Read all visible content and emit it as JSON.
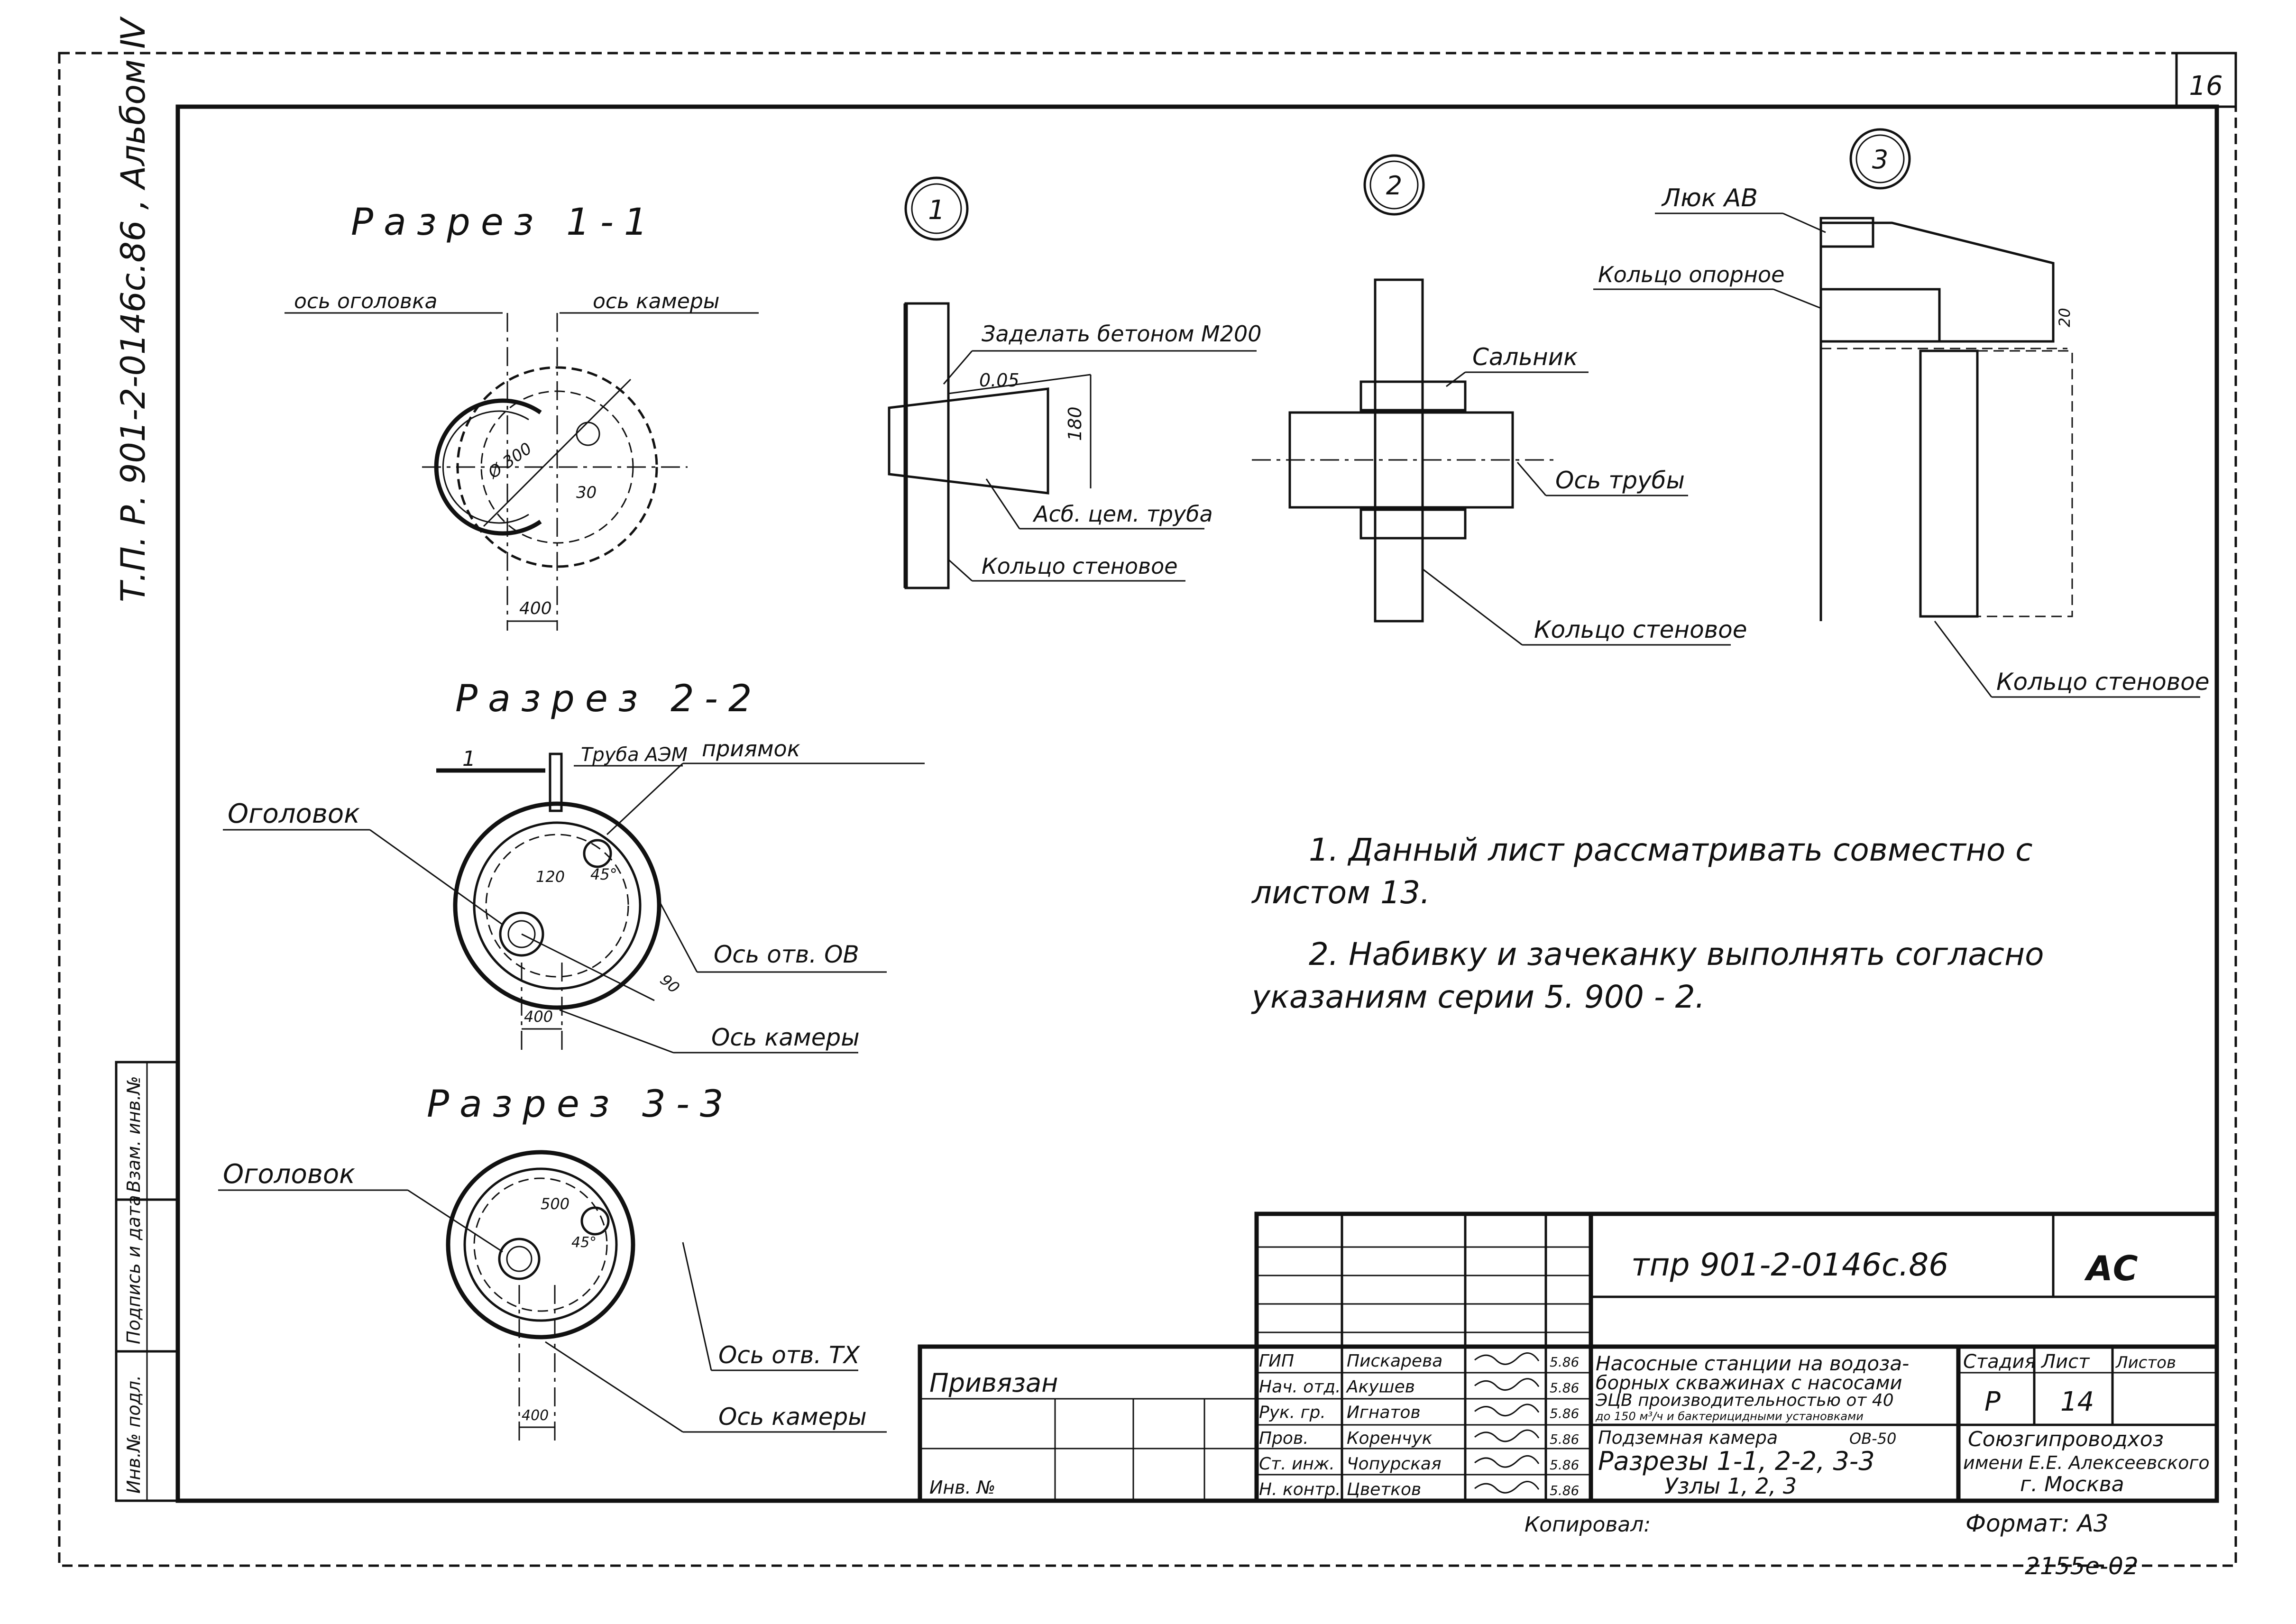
{
  "sheet": {
    "sheet_number": "16",
    "album_ref": "Т.П. Р. 901-2-0146с.86 , Альбом Ⅳ",
    "bottom_number": "2155е-02",
    "copied": "Копировал:",
    "format": "Формат: А3"
  },
  "section_1_1": {
    "title": "Разрез 1-1",
    "axis_head": "ось оголовка",
    "axis_chamber": "ось камеры",
    "dim_bottom": "400",
    "dim_diameter": "Ø 300",
    "dim_small": "30"
  },
  "section_2_2": {
    "title": "Разрез 2-2",
    "mark_1": "1",
    "pipe": "Труба АЭМ",
    "pit": "приямок",
    "head": "Оголовок",
    "axis_hole": "Ось отв. ОВ",
    "axis_chamber": "Ось камеры",
    "dim_bottom": "400",
    "dim_120": "120",
    "dim_45": "45°",
    "dim_90": "90"
  },
  "section_3_3": {
    "title": "Разрез 3-3",
    "head": "Оголовок",
    "axis_hole": "Ось отв. ТХ",
    "axis_chamber": "Ось камеры",
    "dim_bottom": "400",
    "dim_500": "500",
    "dim_45": "45°"
  },
  "node_1": {
    "number": "1",
    "concrete": "Заделать бетоном М200",
    "slope": "0.05",
    "dim_180": "180",
    "pipe": "Асб. цем. труба",
    "ring": "Кольцо стеновое"
  },
  "node_2": {
    "number": "2",
    "gland": "Сальник",
    "pipe_axis": "Ось трубы",
    "ring": "Кольцо стеновое"
  },
  "node_3": {
    "number": "3",
    "hatch": "Люк АВ",
    "support_ring": "Кольцо опорное",
    "dim_20": "20",
    "wall_ring": "Кольцо стеновое"
  },
  "notes": {
    "note1_line1": "1. Данный   лист   рассматривать   совместно с",
    "note1_line2": "листом 13.",
    "note2_line1": "2. Набивку  и  зачеканку  выполнять  согласно",
    "note2_line2": "указаниям  серии  5. 900 - 2."
  },
  "side_stamp": {
    "inv_podl": "Инв.№ подл.",
    "sign_date": "Подпись и дата",
    "vzam_inv": "Взам. инв.№"
  },
  "title_block": {
    "doc_code": "тпр  901-2-0146с.86",
    "mark": "АС",
    "attached": "Привязан",
    "inv_no": "Инв. №",
    "project_line1": "Насосные  станции на водоза-",
    "project_line2": "борных скважинах с насосами",
    "project_line3": "ЭЦВ производительностью от 40",
    "project_line4": "до 150 м³/ч и бактерицидными установками",
    "sheet_name1": "Подземная камера",
    "sheet_name1_code": "ОВ-50",
    "sheet_name2": "Разрезы 1-1, 2-2, 3-3",
    "sheet_name3": "Узлы 1, 2, 3",
    "stage_label": "Стадия",
    "stage": "Р",
    "sheet_label": "Лист",
    "sheet_value": "14",
    "sheets_label": "Листов",
    "org1": "Союзгипроводхоз",
    "org2": "имени Е.Е. Алексеевского",
    "org3": "г. Москва",
    "signatures": [
      {
        "role": "ГИП",
        "name": "Пискарева",
        "date": "5.86"
      },
      {
        "role": "Нач. отд.",
        "name": "Акушев",
        "date": "5.86"
      },
      {
        "role": "Рук. гр.",
        "name": "Игнатов",
        "date": "5.86"
      },
      {
        "role": "Пров.",
        "name": "Коренчук",
        "date": "5.86"
      },
      {
        "role": "Ст. инж.",
        "name": "Чопурская",
        "date": "5.86"
      },
      {
        "role": "Н. контр.",
        "name": "Цветков",
        "date": "5.86"
      }
    ]
  }
}
